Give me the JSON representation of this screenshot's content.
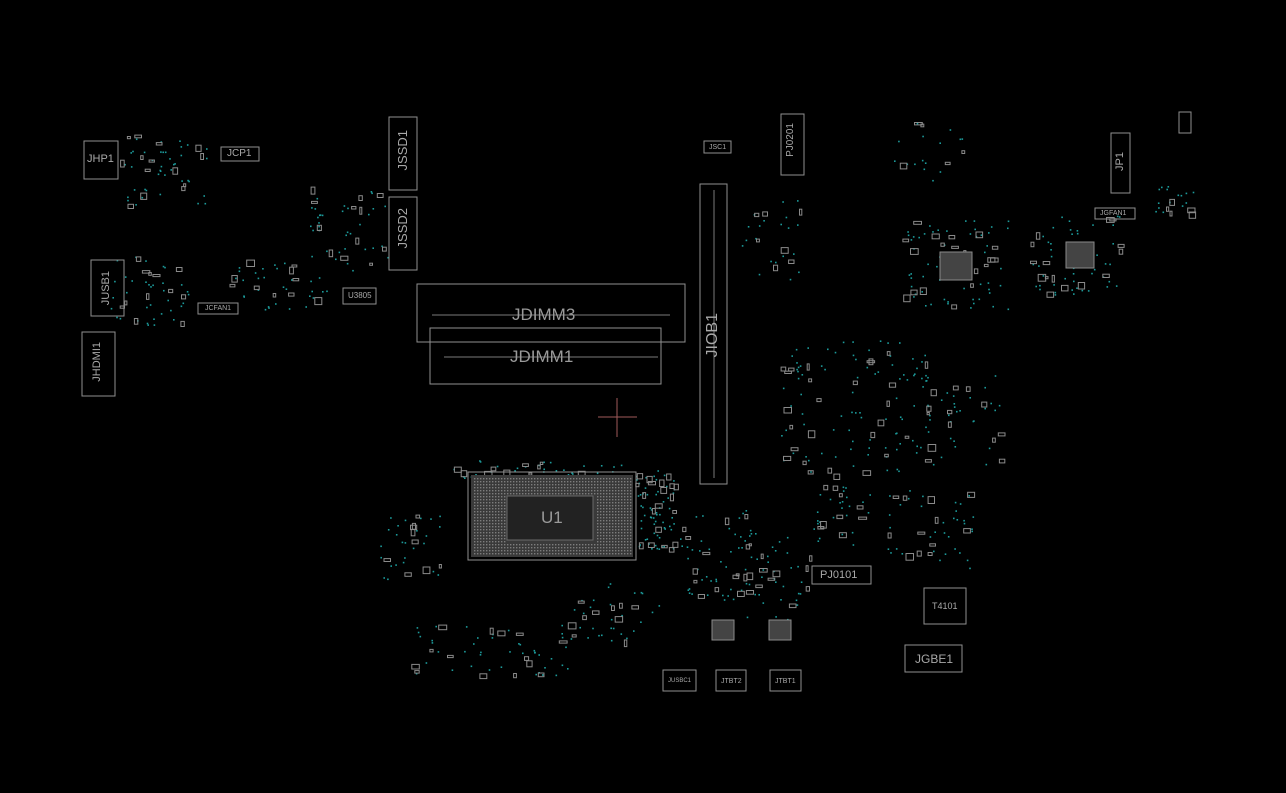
{
  "viewer": {
    "background": "#000000",
    "outline_color": "#9a9a9a",
    "via_color": "#1fa3a3",
    "cursor_color": "#b06060"
  },
  "components": {
    "jhp1": "JHP1",
    "jcp1": "JCP1",
    "jssd1": "JSSD1",
    "jssd2": "JSSD2",
    "jusb1": "JUSB1",
    "jhdmi1": "JHDMI1",
    "jcfan1": "JCFAN1",
    "u3805": "U3805",
    "jdimm3": "JDIMM3",
    "jdimm1": "JDIMM1",
    "jiob1": "JIOB1",
    "jsc1": "JSC1",
    "pj0201": "PJ0201",
    "jp1": "JP1",
    "jgfan1": "JGFAN1",
    "u1": "U1",
    "pj0101": "PJ0101",
    "t4101": "T4101",
    "jgbe1": "JGBE1",
    "jusbc1": "JUSBC1",
    "jtbt2": "JTBT2",
    "jtbt1": "JTBT1"
  }
}
